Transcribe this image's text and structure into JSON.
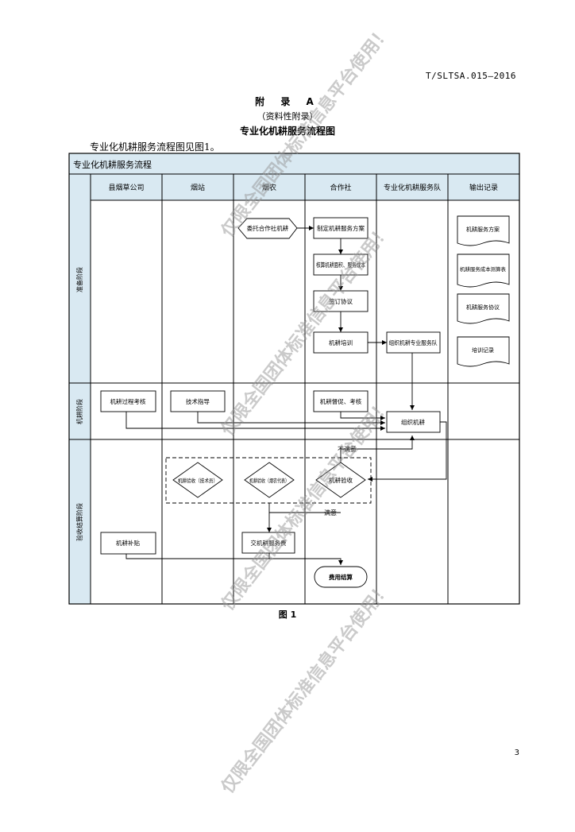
{
  "header": {
    "std_code": "T/SLTSA.015—2016"
  },
  "annex": {
    "title": "附 录 A",
    "subtitle": "（资料性附录）",
    "heading": "专业化机耕服务流程图"
  },
  "intro": "专业化机耕服务流程图见图1。",
  "flowchart": {
    "title": "专业化机耕服务流程",
    "lanes": [
      "县烟草公司",
      "烟站",
      "烟农",
      "合作社",
      "专业化机耕服务队",
      "输出记录"
    ],
    "phases": [
      "准备阶段",
      "机耕阶段",
      "验收结算阶段"
    ],
    "nodes": {
      "entrust": "委托合作社机耕",
      "plan": "制定机耕服务方案",
      "verify": "核算机耕面积、服务成本",
      "agreement": "签订协议",
      "training": "机耕培训",
      "organize_team": "组织机耕专业服务队",
      "process_check": "机耕过程考核",
      "tech_guide": "技术指导",
      "supervise": "机耕督促、考核",
      "organize_work": "组织机耕",
      "accept_tech": "机耕验收（技术员）",
      "accept_farmer": "机耕验收（烟农代表）",
      "accept_coop": "机耕验收",
      "subsidy": "机耕补贴",
      "pay_fee": "交机耕服务费",
      "settlement": "费用结算"
    },
    "records": [
      "机耕服务方案",
      "机耕服务成本测算表",
      "机耕服务协议",
      "培训记录"
    ],
    "edge_labels": {
      "not_ok": "不满意",
      "ok": "满意"
    }
  },
  "figure_caption": "图 1",
  "page_number": "3",
  "watermark": "仅限全国团体标准信息平台使用！"
}
